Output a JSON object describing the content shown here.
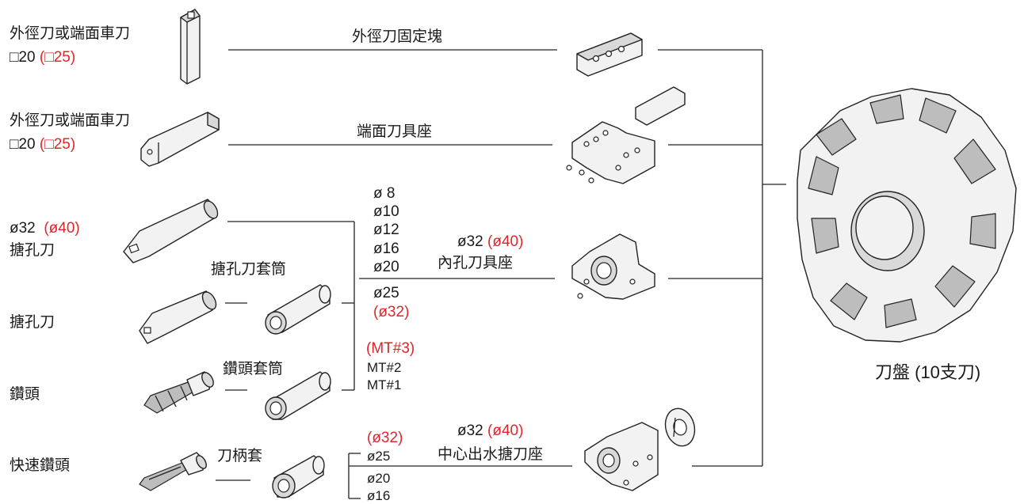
{
  "tools": {
    "od_tool_1": {
      "name": "外徑刀或端面車刀",
      "size": "□20",
      "size_alt": "(□25)"
    },
    "od_tool_2": {
      "name": "外徑刀或端面車刀",
      "size": "□20",
      "size_alt": "(□25)"
    },
    "boring_bar_1": {
      "size": "ø32",
      "size_alt": "(ø40)",
      "name": "搪孔刀"
    },
    "boring_bar_2": {
      "name": "搪孔刀"
    },
    "drill": {
      "name": "鑽頭"
    },
    "quick_drill": {
      "name": "快速鑽頭"
    }
  },
  "sleeves": {
    "boring_sleeve": "搪孔刀套筒",
    "drill_sleeve": "鑽頭套筒",
    "collet": "刀柄套"
  },
  "holders": {
    "od_block": "外徑刀固定塊",
    "face_holder": "端面刀具座",
    "id_holder": {
      "size": "ø32",
      "size_alt": "(ø40)",
      "name": "內孔刀具座"
    },
    "coolant_holder": {
      "size": "ø32",
      "size_alt": "(ø40)",
      "name": "中心出水搪刀座"
    }
  },
  "bore_sizes": [
    "ø  8",
    "ø10",
    "ø12",
    "ø16",
    "ø20"
  ],
  "sleeve_sizes": {
    "main": "ø25",
    "alt": "(ø32)"
  },
  "morse_tapers": {
    "alt": "(MT#3)",
    "list": [
      "MT#2",
      "MT#1"
    ]
  },
  "collet_sizes": {
    "alt": "(ø32)",
    "list": [
      "ø25",
      "ø20",
      "ø16"
    ]
  },
  "turret": {
    "label": "刀盤 (10支刀)"
  },
  "colors": {
    "accent_red": "#e0262b",
    "line": "#222222"
  }
}
